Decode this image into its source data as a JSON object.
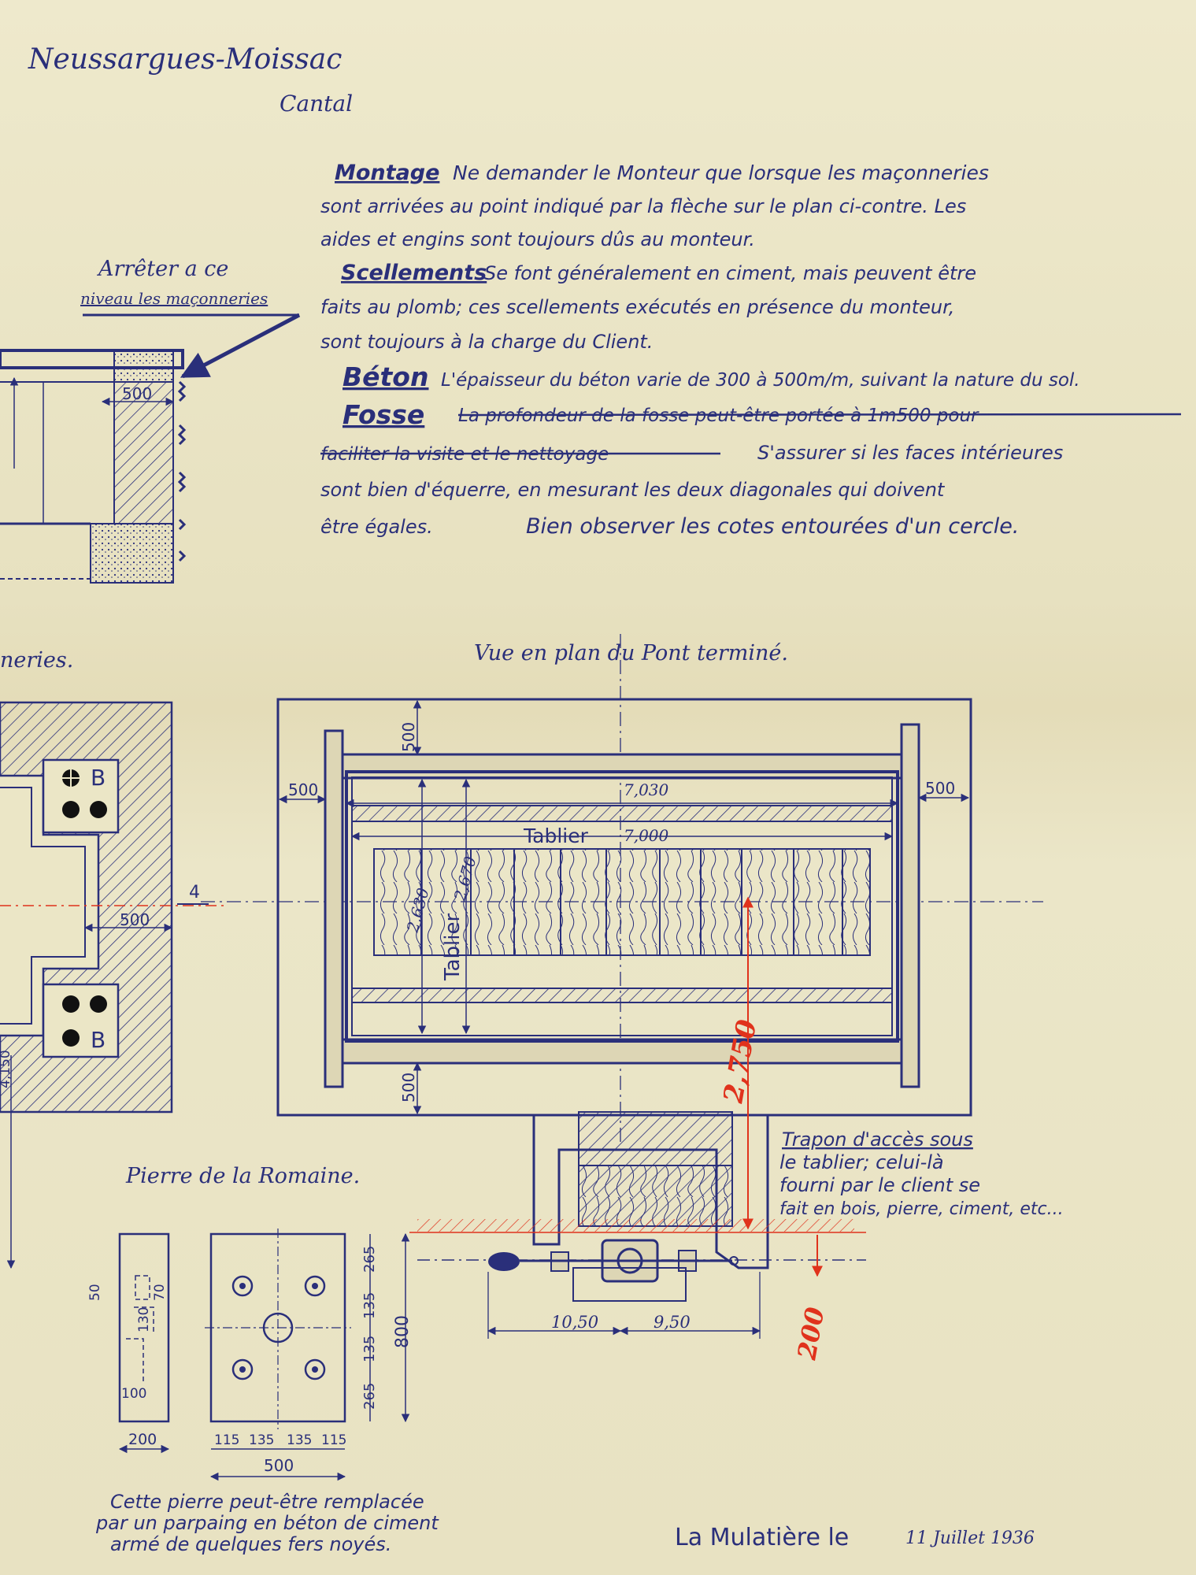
{
  "title": {
    "place": "Neussargues-Moissac",
    "region": "Cantal"
  },
  "notes": {
    "montage": {
      "heading": "Montage",
      "lines": [
        "Ne demander le Monteur que lorsque les maçonneries",
        "sont arrivées au point indiqué par la flèche sur le plan ci-contre. Les",
        "aides et engins sont toujours dûs au monteur."
      ]
    },
    "scellements": {
      "heading": "Scellements",
      "lines": [
        "Se font généralement en ciment, mais peuvent être",
        "faits au plomb; ces scellements exécutés en présence du monteur,",
        "sont toujours à la charge du Client."
      ]
    },
    "beton": {
      "heading": "Béton",
      "line": "L'épaisseur du béton varie de 300 à 500m/m, suivant la nature du sol."
    },
    "fosse": {
      "heading": "Fosse",
      "struck_1": "La profondeur de la fosse peut-être portée à 1m500 pour",
      "struck_2": "faciliter la visite et le nettoyage",
      "line_2_rest": "S'assurer si les faces intérieures",
      "line_3": "sont bien d'équerre, en mesurant les deux diagonales qui doivent",
      "line_4": "être égales.",
      "line_4_emphasis": "Bien observer les cotes entourées d'un cercle."
    }
  },
  "section_detail": {
    "note_line_1": "Arrêter a ce",
    "note_line_2": "niveau les maçonneries",
    "dim": "500"
  },
  "left_plan": {
    "caption_fragment": "neries.",
    "label_b": "B",
    "dim_500": "500",
    "axis_label": "4",
    "cut_dim": "4,150"
  },
  "plan_view": {
    "caption": "Vue en plan du Pont terminé.",
    "dim_top": "500",
    "dim_bottom": "500",
    "dim_left": "500",
    "dim_right": "500",
    "dim_outer": "7,030",
    "dim_inner": "7,000",
    "tablier_label": "Tablier",
    "dim_tablier_v1": "2,630",
    "dim_tablier_v2": "2,670",
    "red_dim": "2,750"
  },
  "trapon": {
    "lines": [
      "Trapon d'accès sous",
      "le tablier; celui-là",
      "fourni par le client se",
      "fait en bois, pierre, ciment, etc..."
    ]
  },
  "mechanism": {
    "dim_left": "10,50",
    "dim_right": "9,50",
    "red_dim": "200"
  },
  "romaine": {
    "caption": "Pierre de la Romaine.",
    "side_dims": [
      "50",
      "70",
      "130",
      "100",
      "200"
    ],
    "front_v_dims": [
      "265",
      "135",
      "135",
      "265"
    ],
    "front_total_v": "800",
    "front_h_dims": [
      "115",
      "135",
      "135",
      "115"
    ],
    "front_total_h": "500",
    "note_lines": [
      "Cette pierre peut-être remplacée",
      "par un parpaing en béton de ciment",
      "armé de quelques fers noyés."
    ]
  },
  "footer": {
    "place": "La Mulatière le",
    "date": "11 Juillet 1936"
  },
  "colors": {
    "ink": "#2a2f7a",
    "red": "#e0321c",
    "paper": "#ebe6c6"
  }
}
